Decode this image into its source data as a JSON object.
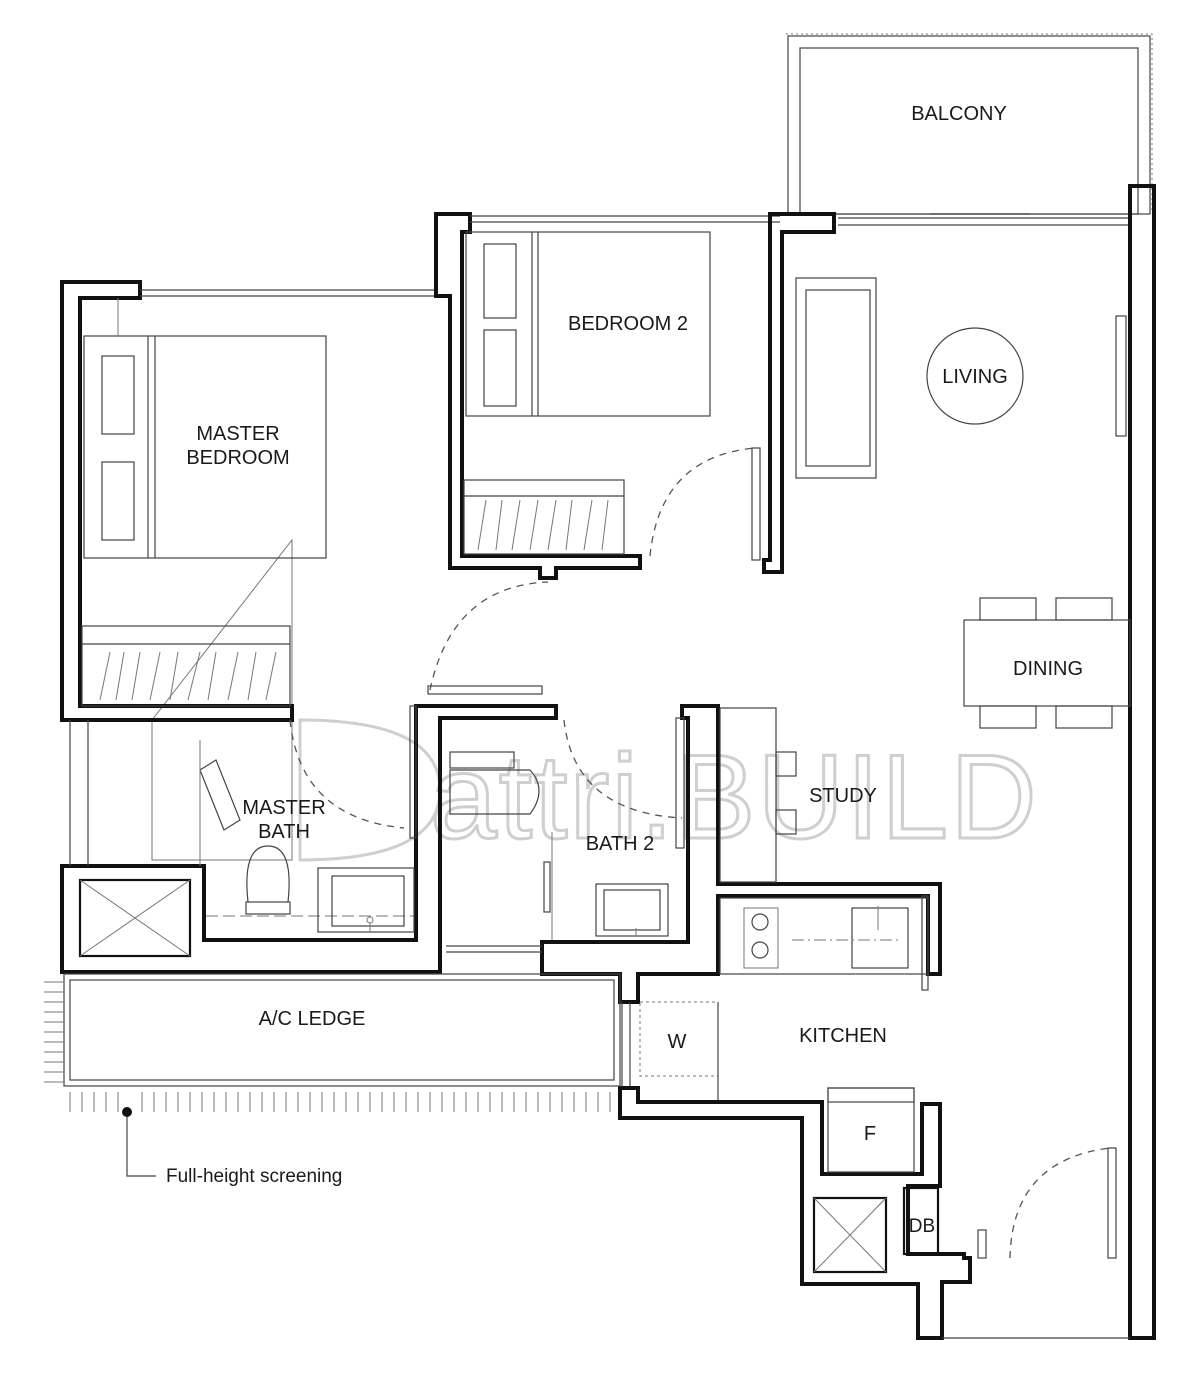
{
  "rooms": {
    "balcony": "BALCONY",
    "bedroom2": "BEDROOM 2",
    "living": "LIVING",
    "master_bedroom_line1": "MASTER",
    "master_bedroom_line2": "BEDROOM",
    "dining": "DINING",
    "study": "STUDY",
    "master_bath_line1": "MASTER",
    "master_bath_line2": "BATH",
    "bath2": "BATH 2",
    "ac_ledge": "A/C LEDGE",
    "washer": "W",
    "kitchen": "KITCHEN",
    "fridge": "F",
    "db": "DB"
  },
  "annotation": {
    "screening": "Full-height screening"
  },
  "watermark": {
    "text": "attri.BUILD"
  },
  "colors": {
    "wall": "#111111",
    "watermark": "#cfcfcf",
    "background": "#ffffff"
  }
}
